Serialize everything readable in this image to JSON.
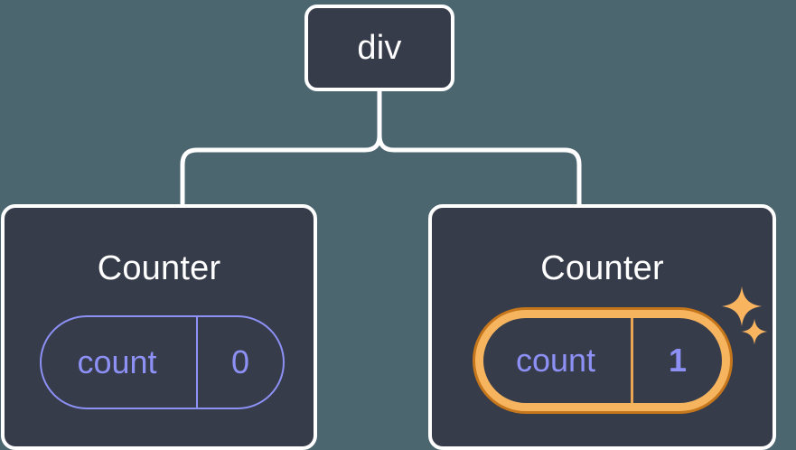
{
  "diagram": {
    "type": "component-tree",
    "background_color": "#4c6670",
    "node_fill_color": "#373c4b",
    "node_border_color": "#ffffff",
    "connector_color": "#ffffff",
    "accent_purple": "#8d90f5",
    "highlight_orange_outer": "#c6761b",
    "highlight_orange_inner": "#f6b45f",
    "root": {
      "label": "div"
    },
    "children": [
      {
        "title": "Counter",
        "state": {
          "key": "count",
          "value": "0"
        },
        "highlighted": false,
        "sparkles": 0
      },
      {
        "title": "Counter",
        "state": {
          "key": "count",
          "value": "1"
        },
        "highlighted": true,
        "sparkles": 2
      }
    ],
    "icons": {
      "sparkle_large": "sparkle-icon",
      "sparkle_small": "sparkle-icon"
    }
  }
}
